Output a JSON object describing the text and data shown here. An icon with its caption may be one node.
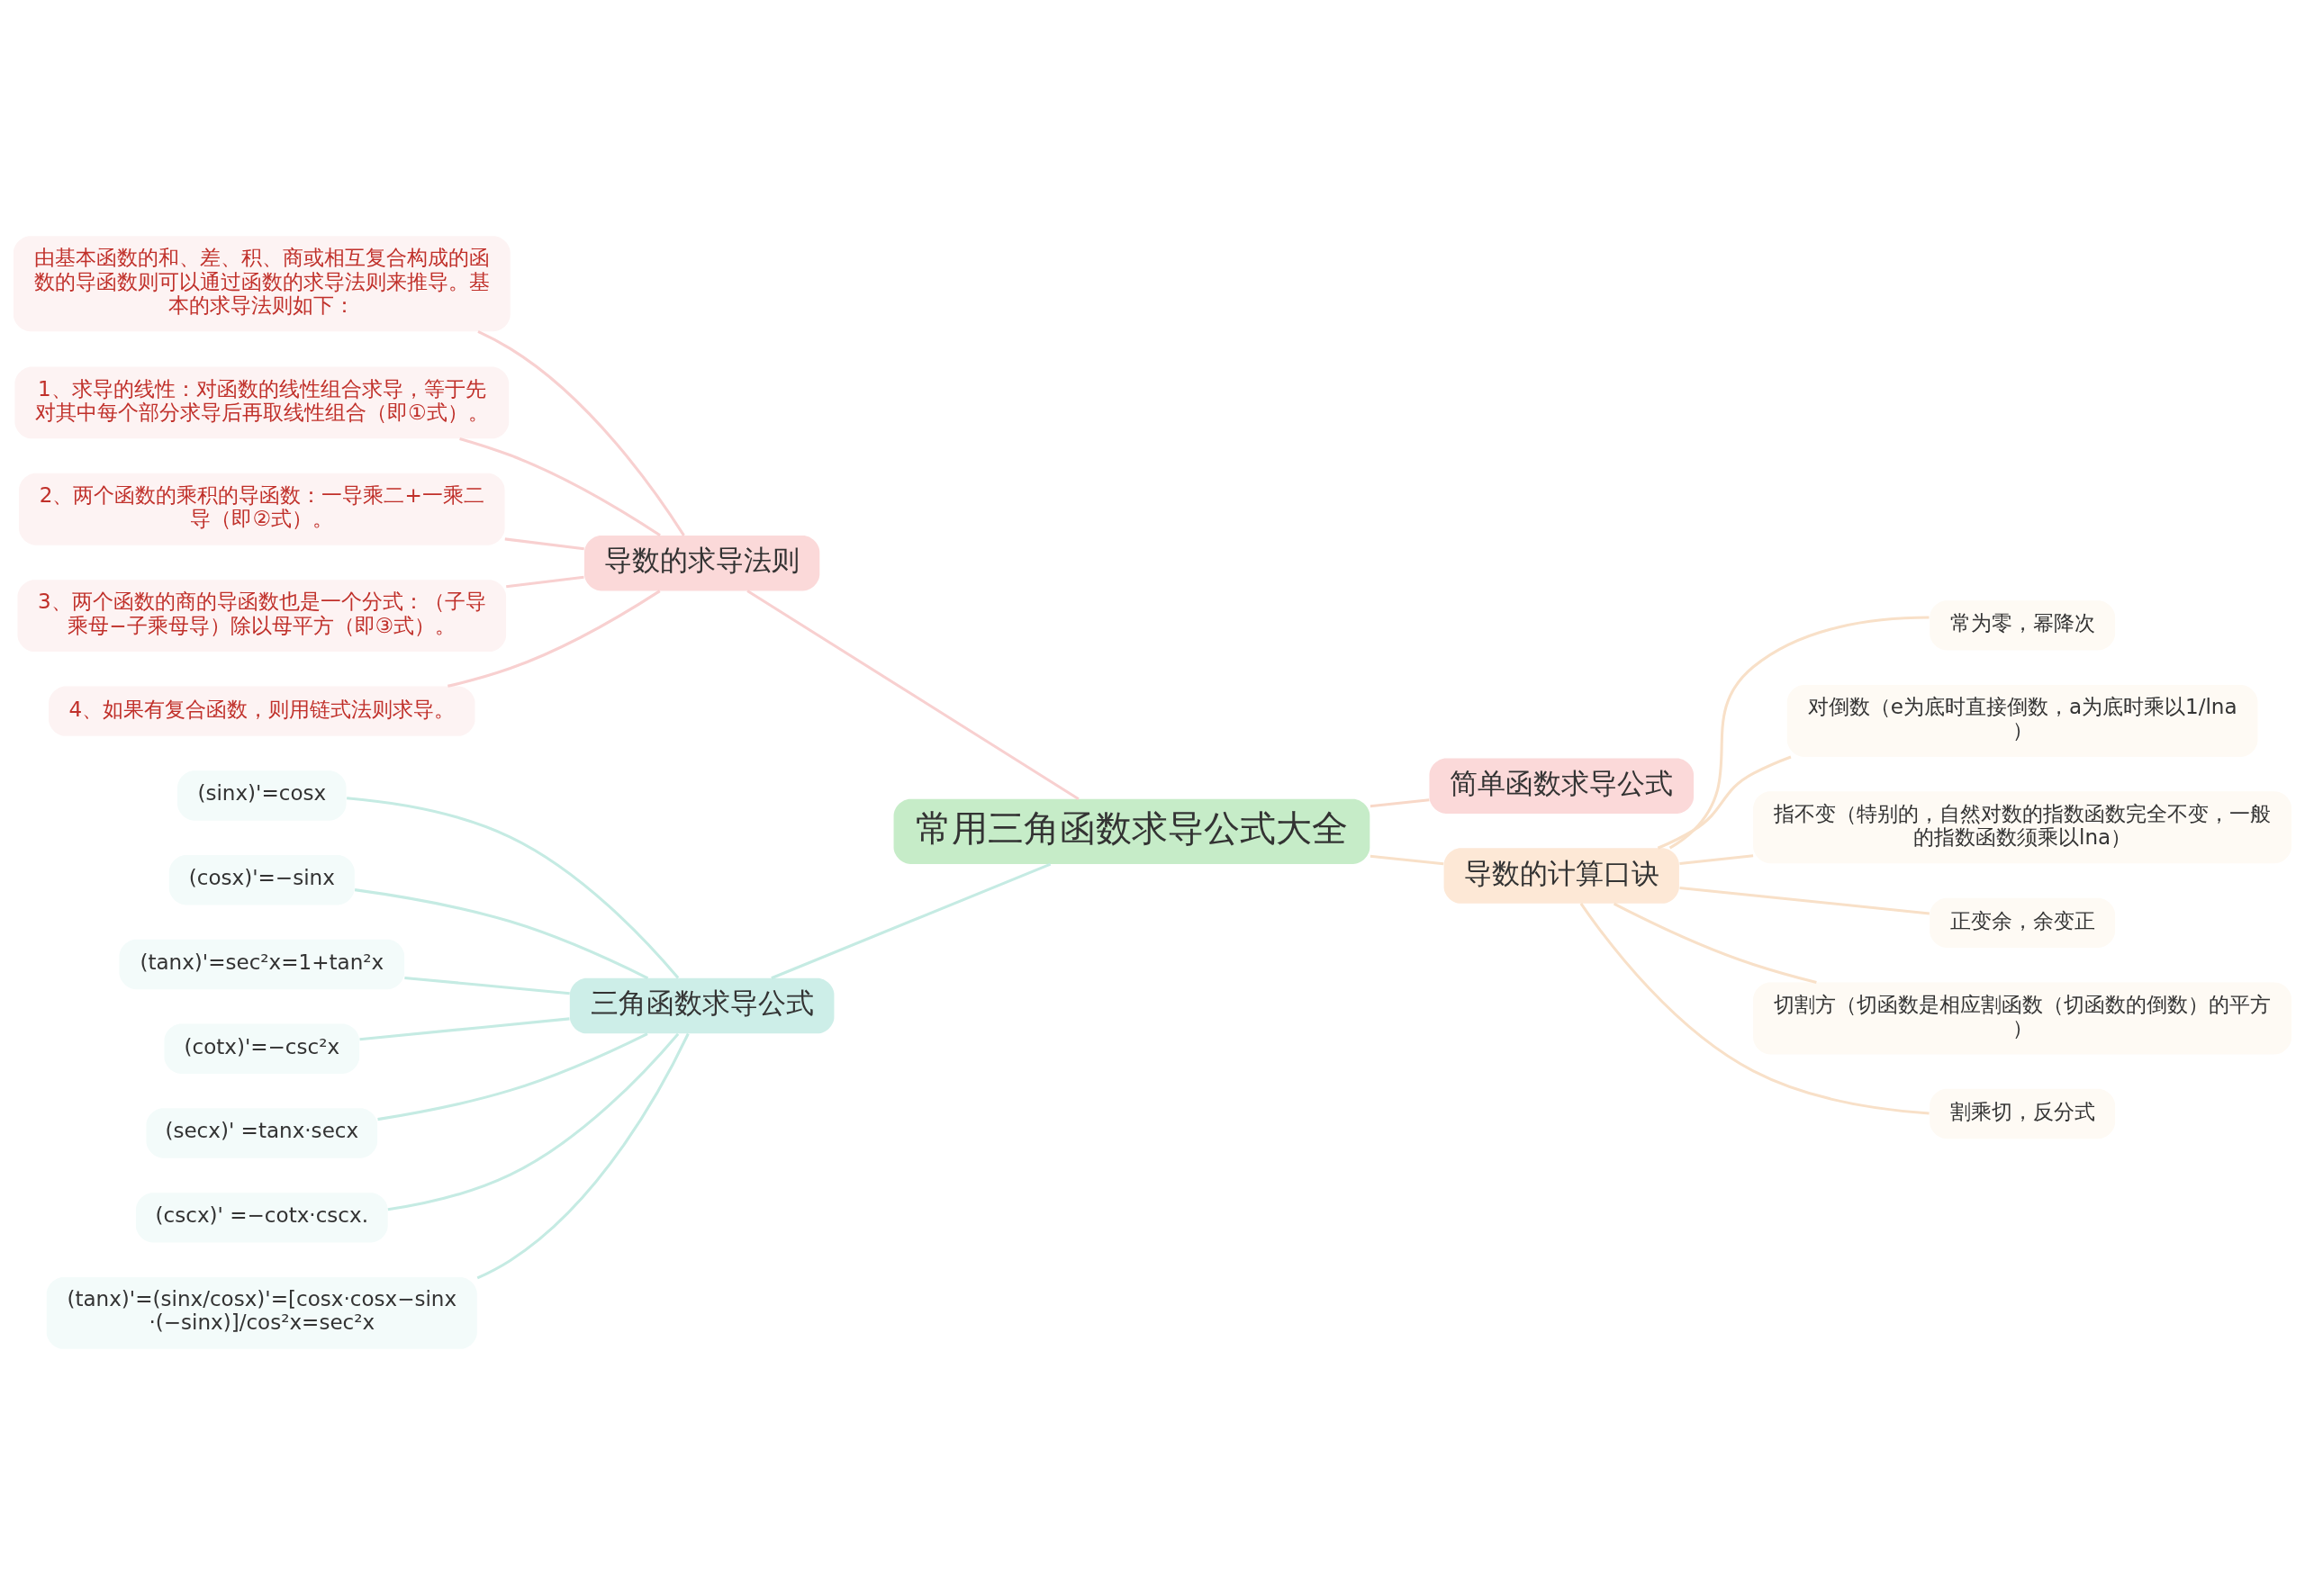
{
  "diagram": {
    "nodes": [
      {
        "text": [
          "常用三角函数求导公式大全"
        ]
      },
      {
        "text": [
          "导数的求导法则"
        ]
      },
      {
        "text": [
          "由基本函数的和、差、积、商或相互复合构成的函数的导函数则可以通过函数的求导法则来推导。基本的求导法则如下："
        ]
      },
      {
        "text": [
          "1、求导的线性：对函数的线性组合求导，等于先对其中每个部分求导后再取线性组合（即①式）。"
        ]
      },
      {
        "text": [
          "2、两个函数的乘积的导函数：一导乘二+一乘二导（即②式）。"
        ]
      },
      {
        "text": [
          "3、两个函数的商的导函数也是一个分式：（子导乘母−子乘母导）除以母平方（即③式）。"
        ]
      },
      {
        "text": [
          "4、如果有复合函数，则用链式法则求导。"
        ]
      },
      {
        "text": [
          "三角函数求导公式"
        ]
      },
      {
        "text": [
          "(sinx)'=cosx"
        ]
      },
      {
        "text": [
          "(cosx)'=−sinx"
        ]
      },
      {
        "text": [
          "(tanx)'=sec²x=1+tan²x"
        ]
      },
      {
        "text": [
          "(cotx)'=−csc²x"
        ]
      },
      {
        "text": [
          "(secx)' =tanx·secx"
        ]
      },
      {
        "text": [
          "(cscx)' =−cotx·cscx."
        ]
      },
      {
        "text": [
          "(tanx)'=(sinx/cosx)'=[cosx·cosx−sinx·(−sinx)]/cos²x=sec²x"
        ]
      },
      {
        "text": [
          "简单函数求导公式"
        ]
      },
      {
        "text": [
          "导数的计算口诀"
        ]
      },
      {
        "text": [
          "常为零，幂降次"
        ]
      },
      {
        "text": [
          "对倒数（e为底时直接倒数，a为底时乘以1/lna）"
        ]
      },
      {
        "text": [
          "指不变（特别的，自然对数的指数函数完全不变，一般的指数函数须乘以lna）"
        ]
      },
      {
        "text": [
          "正变余，余变正"
        ]
      },
      {
        "text": [
          "切割方（切函数是相应割函数（切函数的倒数）的平方）"
        ]
      },
      {
        "text": [
          "割乘切，反分式"
        ]
      }
    ],
    "edges": [
      {
        "from": 0,
        "to": 1,
        "arrow": "none",
        "color": "#f8d0d0"
      },
      {
        "from": 1,
        "to": 2,
        "arrow": "none",
        "color": "#f8d0d0"
      },
      {
        "from": 1,
        "to": 3,
        "arrow": "none",
        "color": "#f8d0d0"
      },
      {
        "from": 1,
        "to": 4,
        "arrow": "none",
        "color": "#f8d0d0"
      },
      {
        "from": 1,
        "to": 5,
        "arrow": "none",
        "color": "#f8d0d0"
      },
      {
        "from": 1,
        "to": 6,
        "arrow": "none",
        "color": "#f8d0d0"
      },
      {
        "from": 0,
        "to": 7,
        "arrow": "none",
        "color": "#c5ebe3"
      },
      {
        "from": 7,
        "to": 8,
        "arrow": "none",
        "color": "#c5ebe3"
      },
      {
        "from": 7,
        "to": 9,
        "arrow": "none",
        "color": "#c5ebe3"
      },
      {
        "from": 7,
        "to": 10,
        "arrow": "none",
        "color": "#c5ebe3"
      },
      {
        "from": 7,
        "to": 11,
        "arrow": "none",
        "color": "#c5ebe3"
      },
      {
        "from": 7,
        "to": 12,
        "arrow": "none",
        "color": "#c5ebe3"
      },
      {
        "from": 7,
        "to": 13,
        "arrow": "none",
        "color": "#c5ebe3"
      },
      {
        "from": 7,
        "to": 14,
        "arrow": "none",
        "color": "#c5ebe3"
      },
      {
        "from": 0,
        "to": 15,
        "arrow": "none",
        "color": "#f8d8c8"
      },
      {
        "from": 0,
        "to": 16,
        "arrow": "none",
        "color": "#f8e0c8"
      },
      {
        "from": 16,
        "to": 17,
        "arrow": "none",
        "color": "#f8e0c8"
      },
      {
        "from": 16,
        "to": 18,
        "arrow": "none",
        "color": "#f8e0c8"
      },
      {
        "from": 16,
        "to": 19,
        "arrow": "none",
        "color": "#f8e0c8"
      },
      {
        "from": 16,
        "to": 20,
        "arrow": "none",
        "color": "#f8e0c8"
      },
      {
        "from": 16,
        "to": 21,
        "arrow": "none",
        "color": "#f8e0c8"
      },
      {
        "from": 16,
        "to": 22,
        "arrow": "none",
        "color": "#f8e0c8"
      }
    ]
  }
}
